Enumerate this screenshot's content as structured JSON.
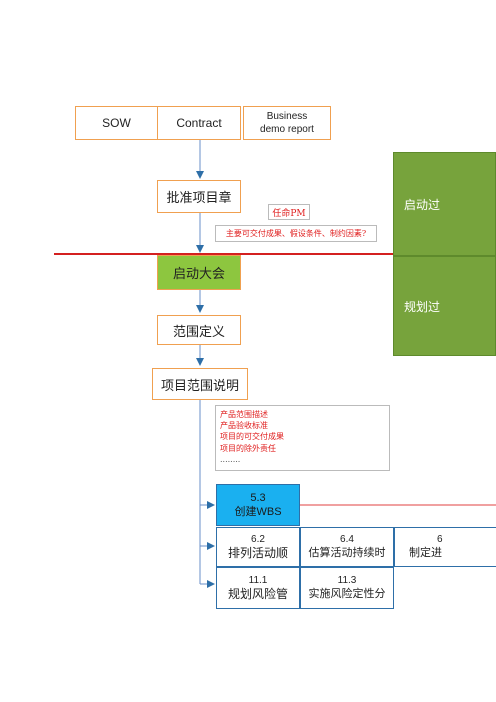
{
  "inputs": {
    "sow": "SOW",
    "contract": "Contract",
    "business_line1": "Business",
    "business_line2": "demo report"
  },
  "nodes": {
    "approve_charter": "批准项目章",
    "kickoff": "启动大会",
    "scope_definition": "范围定义",
    "scope_statement": "项目范围说明"
  },
  "annotations": {
    "appoint_pm": "任命PM",
    "charter_contents": "主要可交付成果、假设条件、制约因素?",
    "scope_items": [
      "产品范围描述",
      "产品验收标准",
      "项目的可交付成果",
      "项目的除外责任",
      "........"
    ]
  },
  "phases": {
    "initiation": "启动过",
    "planning": "规划过"
  },
  "wbs": {
    "number": "5.3",
    "label": "创建WBS"
  },
  "activities": {
    "row1": [
      {
        "number": "6.2",
        "label": "排列活动顺"
      },
      {
        "number": "6.4",
        "label": "估算活动持续时"
      },
      {
        "number": "6",
        "label": "制定进"
      }
    ],
    "row2": [
      {
        "number": "11.1",
        "label": "规划风险管"
      },
      {
        "number": "11.3",
        "label": "实施风险定性分"
      }
    ]
  },
  "colors": {
    "accent_orange": "#f0a050",
    "kickoff_green": "#8dc63f",
    "phase_green": "#77a33c",
    "wbs_blue": "#1ab0f0",
    "divider_red": "#d42020",
    "flow_blue": "#2e6fa8"
  }
}
